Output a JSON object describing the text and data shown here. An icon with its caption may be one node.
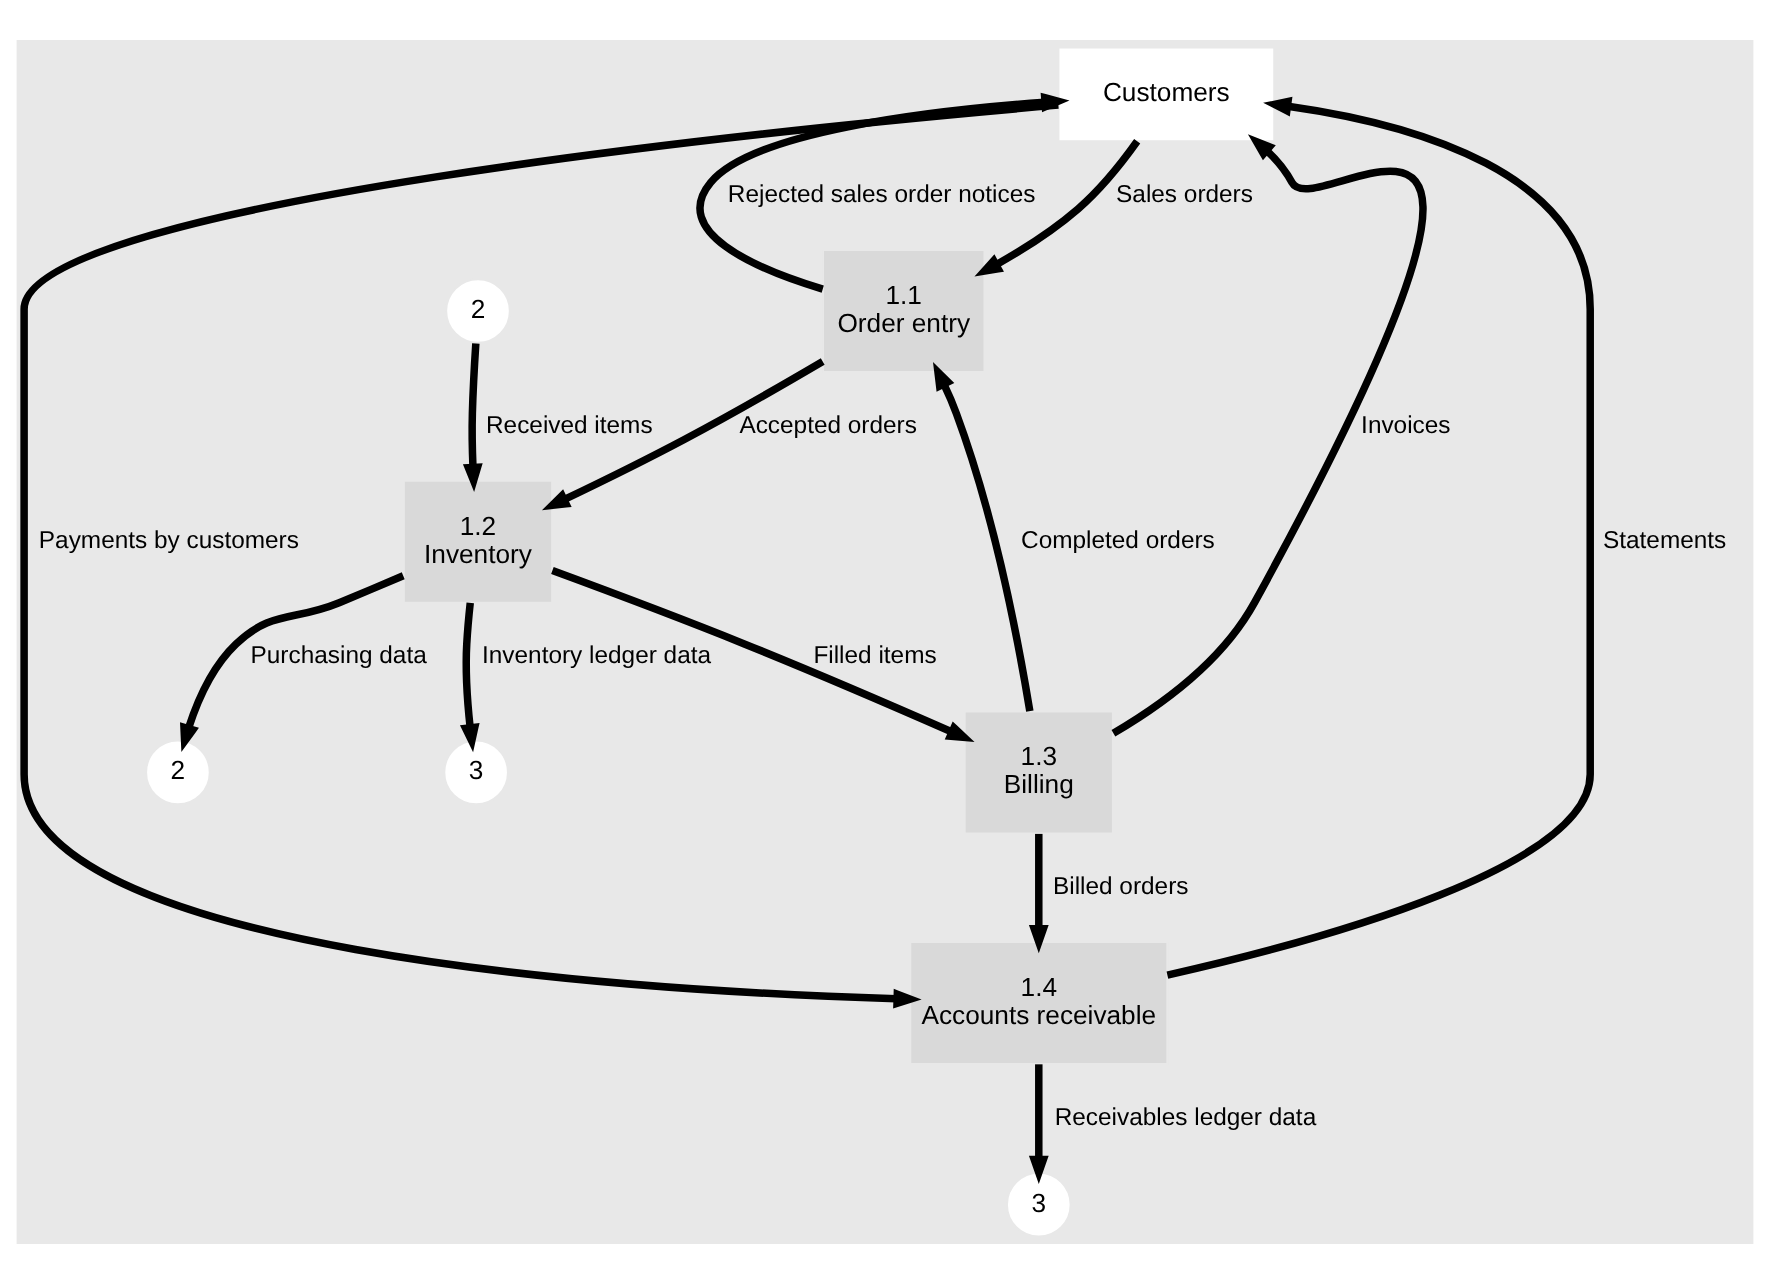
{
  "diagram": {
    "nodes": [
      {
        "text": [
          "Customers"
        ]
      },
      {
        "text": [
          "1.1",
          "Order entry"
        ]
      },
      {
        "text": [
          "1.2",
          "Inventory"
        ]
      },
      {
        "text": [
          "1.3",
          "Billing"
        ]
      },
      {
        "text": [
          "1.4",
          "Accounts receivable"
        ]
      },
      {
        "text": [
          "3"
        ]
      },
      {
        "text": [
          "3"
        ]
      },
      {
        "text": [
          "2"
        ]
      },
      {
        "text": [
          "2"
        ]
      }
    ],
    "edges": [
      {
        "from": 0,
        "to": 1,
        "arrow": "to",
        "label": "Sales orders"
      },
      {
        "from": 1,
        "to": 0,
        "arrow": "to",
        "label": "Rejected sales order notices"
      },
      {
        "from": 1,
        "to": 2,
        "arrow": "to",
        "label": "Accepted orders"
      },
      {
        "from": 2,
        "to": 3,
        "arrow": "to",
        "label": "Filled items"
      },
      {
        "from": 3,
        "to": 1,
        "arrow": "to",
        "label": "Completed orders"
      },
      {
        "from": 3,
        "to": 0,
        "arrow": "to",
        "label": "Invoices"
      },
      {
        "from": 3,
        "to": 4,
        "arrow": "to",
        "label": "Billed orders"
      },
      {
        "from": 4,
        "to": 5,
        "arrow": "to",
        "label": "Receivables ledger data"
      },
      {
        "from": 0,
        "to": 4,
        "arrow": "to",
        "label": "Payments by customers"
      },
      {
        "from": 4,
        "to": 0,
        "arrow": "to",
        "label": "Statements"
      },
      {
        "from": 2,
        "to": 6,
        "arrow": "to",
        "label": "Inventory ledger data"
      },
      {
        "from": 7,
        "to": 2,
        "arrow": "to",
        "label": "Received items"
      },
      {
        "from": 2,
        "to": 8,
        "arrow": "to",
        "label": "Purchasing data"
      }
    ]
  }
}
